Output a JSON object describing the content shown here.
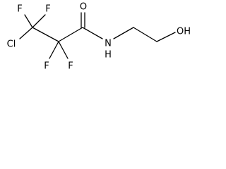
{
  "molecule": {
    "atoms": {
      "cl": "Cl",
      "f1": "F",
      "f2": "F",
      "f3": "F",
      "f4": "F",
      "o_carbonyl": "O",
      "n": "N",
      "h_amide": "H",
      "oh": "OH"
    }
  }
}
